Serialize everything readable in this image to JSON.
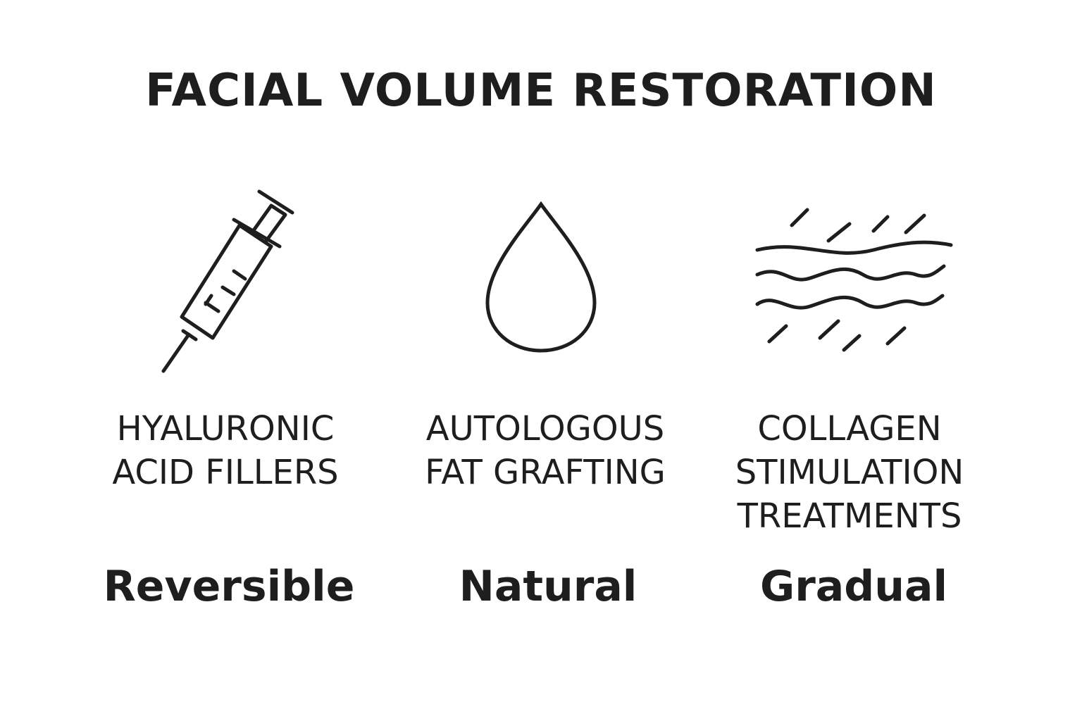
{
  "title": "FACIAL VOLUME RESTORATION",
  "items": [
    {
      "icon": "syringe-icon",
      "name_lines": [
        "HYALURONIC",
        "ACID FILLERS"
      ],
      "attribute": "Reversible"
    },
    {
      "icon": "droplet-icon",
      "name_lines": [
        "AUTOLOGOUS",
        "FAT GRAFTING"
      ],
      "attribute": "Natural"
    },
    {
      "icon": "skin-layers-icon",
      "name_lines": [
        "COLLAGEN",
        "STIMULATION",
        "TREATMENTS"
      ],
      "attribute": "Gradual"
    }
  ]
}
